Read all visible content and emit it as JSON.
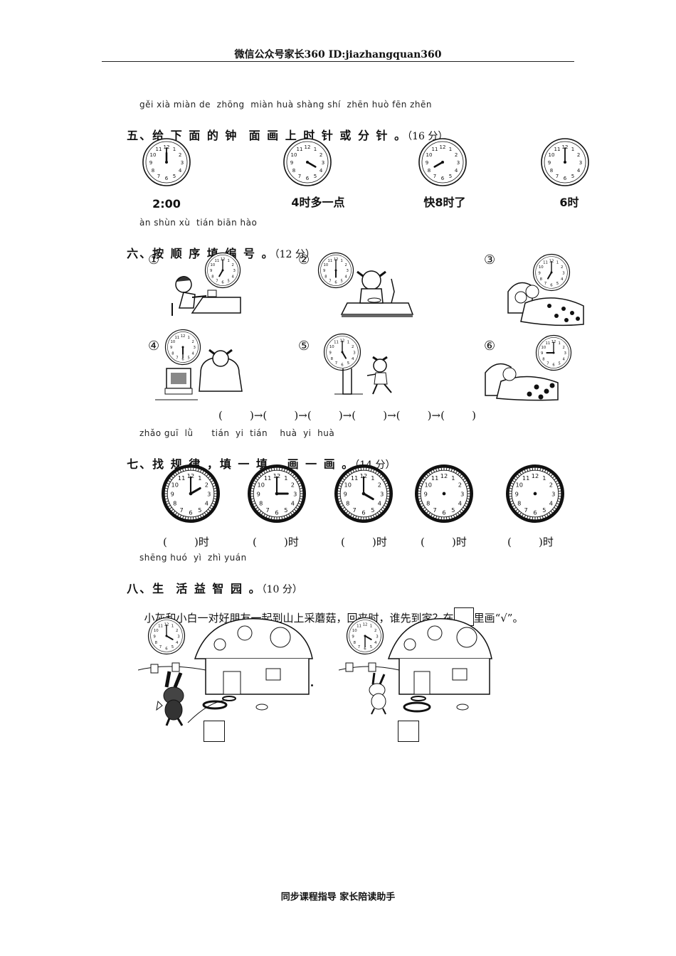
{
  "header": "微信公众号家长360 ID:jiazhangquan360",
  "footer": "同步课程指导 家长陪读助手",
  "section5": {
    "pinyin": "gěi xià miàn de  zhōng  miàn huà shàng shí  zhēn huò fēn zhēn",
    "title": "五、给 下 面 的 钟  面 画 上 时 针 或 分 针 。",
    "points": "（16 分）",
    "labels": [
      "2:00",
      "4时多一点",
      "快8时了",
      "6时"
    ]
  },
  "section6": {
    "pinyin": "àn shùn xù  tián biān hào",
    "title": "六、按 顺 序 填 编 号 。",
    "points": "（12 分）",
    "numbers": [
      "①",
      "②",
      "③",
      "④",
      "⑤",
      "⑥"
    ],
    "answer_row": "(        )→(        )→(        )→(        )→(        )→(        )"
  },
  "section7": {
    "pinyin": "zhǎo guī  lǜ      tián  yi  tián    huà  yi  huà",
    "title": "七、找 规 律 ，填 一 填 ，画 一 画 。",
    "points": "（14 分）",
    "blank_label": "(        )时"
  },
  "section8": {
    "pinyin": "shēng huó  yì  zhì yuán",
    "title": "八、生  活 益 智 园 。",
    "points": "（10 分）",
    "question_a": "小灰和小白一对好朋友一起到山上采蘑菇，回来时，谁先到家？在",
    "question_b": "里画“√”。"
  }
}
